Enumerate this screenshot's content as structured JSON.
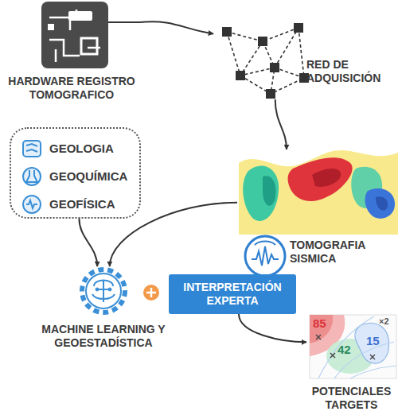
{
  "diagram": {
    "nodes": [
      {
        "text": [
          "HARDWARE REGISTRO TOMOGRAFICO"
        ]
      },
      {
        "text": [
          "RED DE ADQUISICIÓN"
        ]
      },
      {
        "text": [
          "GEOLOGIA",
          "GEOQUÍMICA",
          "GEOFÍSICA"
        ]
      },
      {
        "text": [
          "TOMOGRAFIA SISMICA"
        ]
      },
      {
        "text": [
          "MACHINE LEARNING Y GEOESTADÍSTICA"
        ]
      },
      {
        "text": [
          "INTERPRETACIÓN EXPERTA"
        ]
      },
      {
        "text": [
          "POTENCIALES TARGETS"
        ]
      }
    ],
    "edges": [
      {
        "from": 0,
        "to": 1,
        "arrow": "to"
      },
      {
        "from": 1,
        "to": 3,
        "arrow": "to"
      },
      {
        "from": 2,
        "to": 4,
        "arrow": "to"
      },
      {
        "from": 3,
        "to": 4,
        "arrow": "to"
      },
      {
        "from": 5,
        "to": 6,
        "arrow": "to"
      }
    ],
    "labels": [
      "85",
      "42",
      "15",
      "×2"
    ]
  }
}
